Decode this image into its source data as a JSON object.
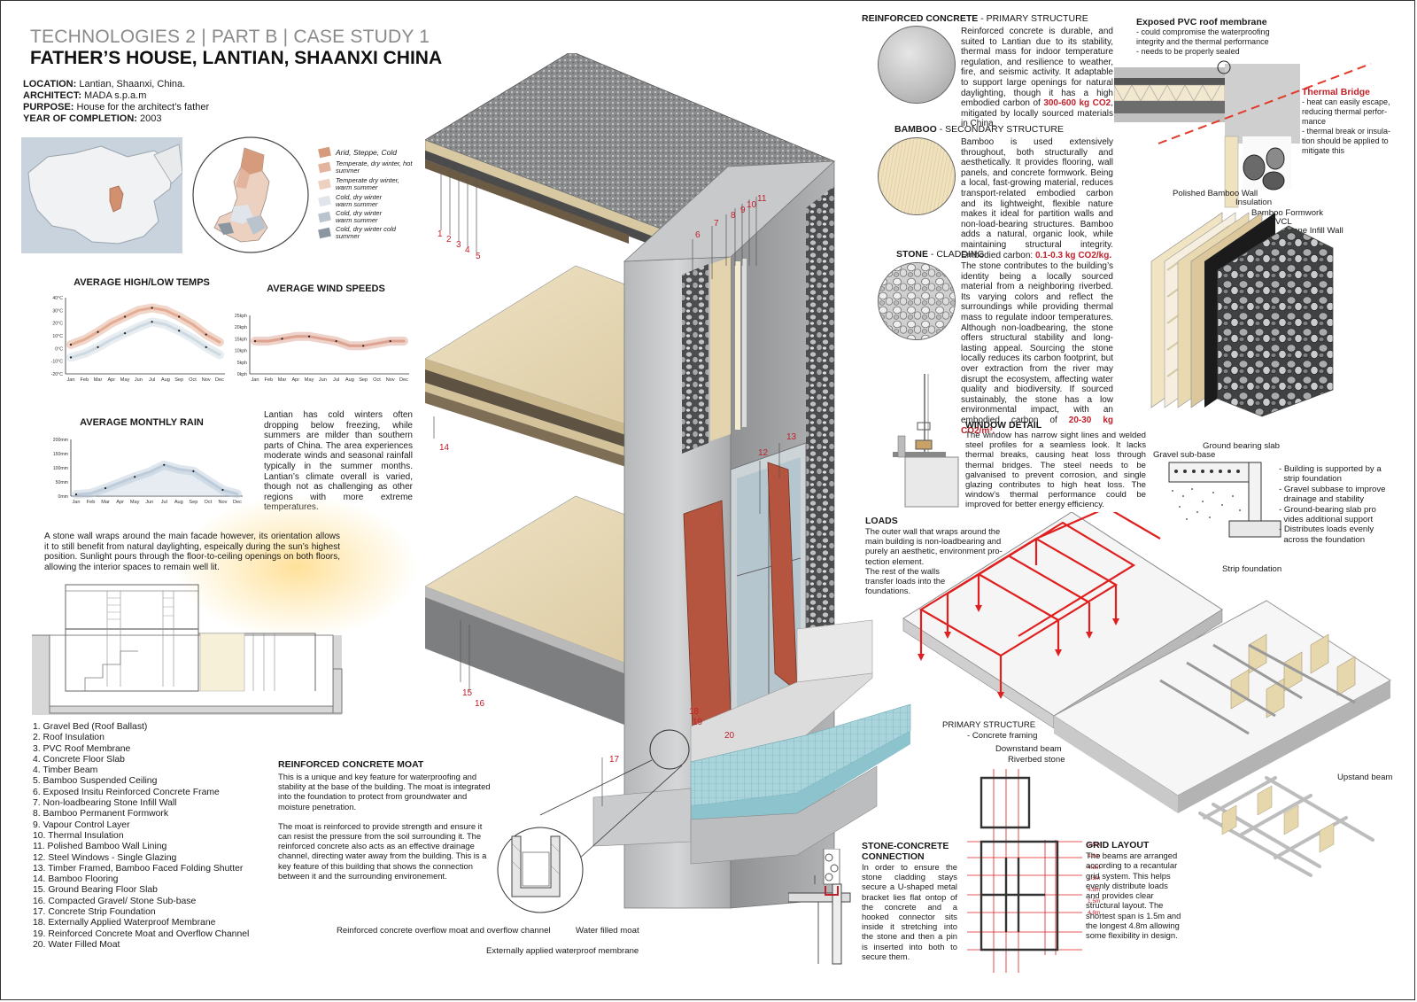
{
  "header": {
    "subtitle": "TECHNOLOGIES 2 | PART B | CASE STUDY 1",
    "title": "FATHER’S HOUSE, LANTIAN, SHAANXI CHINA"
  },
  "project_info": [
    {
      "label": "LOCATION:",
      "value": " Lantian, Shaanxi, China."
    },
    {
      "label": "ARCHITECT:",
      "value": " MADA s.p.a.m"
    },
    {
      "label": "PURPOSE:",
      "value": " House for the architect’s father"
    },
    {
      "label": "YEAR OF COMPLETION:",
      "value": " 2003"
    }
  ],
  "climate_legend": [
    {
      "label": "Arid, Steppe, Cold",
      "color": "#d69a7c"
    },
    {
      "label": "Temperate, dry winter, hot summer",
      "color": "#e3b49d"
    },
    {
      "label": "Temperate dry winter, warm summer",
      "color": "#ecd0c0"
    },
    {
      "label": "Cold, dry winter warm summer",
      "color": "#dfe5ea"
    },
    {
      "label": "Cold, dry winter warm summer",
      "color": "#b9c4cf"
    },
    {
      "label": "Cold, dry winter cold summer",
      "color": "#8c96a0"
    }
  ],
  "charts": {
    "temps_title": "AVERAGE HIGH/LOW TEMPS",
    "wind_title": "AVERAGE WIND SPEEDS",
    "rain_title": "AVERAGE MONTHLY RAIN"
  },
  "chart_data": [
    {
      "type": "line",
      "title": "AVERAGE HIGH/LOW TEMPS",
      "categories": [
        "Jan",
        "Feb",
        "Mar",
        "Apr",
        "May",
        "Jun",
        "Jul",
        "Aug",
        "Sep",
        "Oct",
        "Nov",
        "Dec"
      ],
      "series": [
        {
          "values": [
            3,
            7,
            13,
            20,
            25,
            30,
            32,
            30,
            25,
            19,
            11,
            5
          ],
          "color": "#e0a58a"
        },
        {
          "values": [
            -7,
            -4,
            1,
            7,
            12,
            17,
            21,
            19,
            14,
            8,
            1,
            -5
          ],
          "color": "#c9d6df"
        }
      ],
      "y_ticks": [
        "40°C",
        "30°C",
        "20°C",
        "10°C",
        "0°C",
        "-10°C",
        "-20°C"
      ],
      "ylim": [
        -20,
        40
      ]
    },
    {
      "type": "line",
      "title": "AVERAGE WIND SPEEDS",
      "categories": [
        "Jan",
        "Feb",
        "Mar",
        "Apr",
        "May",
        "Jun",
        "Jul",
        "Aug",
        "Sep",
        "Oct",
        "Nov",
        "Dec"
      ],
      "series": [
        {
          "values": [
            14,
            14,
            15,
            16,
            16,
            15,
            14,
            12,
            12,
            13,
            14,
            14
          ],
          "color": "#d99a86"
        }
      ],
      "y_ticks": [
        "25kph",
        "20kph",
        "15kph",
        "10kph",
        "5kph",
        "0kph"
      ],
      "ylim": [
        0,
        25
      ]
    },
    {
      "type": "area",
      "title": "AVERAGE MONTHLY RAIN",
      "categories": [
        "Jan",
        "Feb",
        "Mar",
        "Apr",
        "May",
        "Jun",
        "Jul",
        "Aug",
        "Sep",
        "Oct",
        "Nov",
        "Dec"
      ],
      "series": [
        {
          "values": [
            6,
            10,
            28,
            48,
            68,
            85,
            110,
            95,
            88,
            55,
            22,
            8
          ],
          "color": "#b8c8d8"
        }
      ],
      "y_ticks": [
        "200mm",
        "150mm",
        "100mm",
        "50mm",
        "0mm"
      ],
      "ylim": [
        0,
        200
      ]
    }
  ],
  "climate_text": "Lantian has cold winters often dropping below freezing, while summers are milder than southern parts of China. The area experiences moderate winds and seasonal rainfall typically in the summer months. Lantian’s climate overall is varied, though not as challenging as other regions with more extreme temperatures.",
  "daylight_text": "A stone wall wraps around the main facade however, its orientation allows it to still benefit from natural daylighting, espeically during the sun’s highest position. Sunlight pours through the floor-to-ceiling openings on both floors, allowing the interior spaces to remain well lit.",
  "components": [
    "1. Gravel Bed (Roof Ballast)",
    "2. Roof Insulation",
    "3. PVC Roof Membrane",
    "4. Concrete Floor Slab",
    "4. Timber Beam",
    "5. Bamboo Suspended Ceiling",
    "6. Exposed Insitu Reinforced Concrete Frame",
    "7. Non-loadbearing Stone Infill Wall",
    "8. Bamboo Permanent Formwork",
    "9. Vapour Control Layer",
    "10. Thermal Insulation",
    "11. Polished Bamboo Wall Lining",
    "12. Steel Windows - Single Glazing",
    "13. Timber Framed, Bamboo Faced Folding Shutter",
    "14. Bamboo Flooring",
    "15. Ground Bearing Floor Slab",
    "16. Compacted Gravel/ Stone Sub-base",
    "17. Concrete Strip Foundation",
    "18. Externally Applied Waterproof Membrane",
    "19. Reinforced Concrete Moat and Overflow Channel",
    "20. Water Filled Moat"
  ],
  "moat": {
    "heading": "REINFORCED CONCRETE MOAT",
    "p1": "This is a unique and key feature for waterproofing and stability at the base of the building. The moat is integrated into the foundation to protect from groundwater and moisture penetration.",
    "p2": "The moat is reinforced to provide strength and ensure it can resist the pressure from the soil surrounding it. The reinforced concrete also acts as an effective drainage channel, directing water away from the building. This is a key feature of this building that shows the connection between it and the surrounding environement.",
    "label_overflow": "Reinforced concrete overflow moat and overflow channel",
    "label_water": "Water filled moat",
    "label_membrane": "Externally applied waterproof membrane"
  },
  "diagram_numbers": [
    "1",
    "2",
    "3",
    "4",
    "5",
    "6",
    "7",
    "8",
    "9",
    "10",
    "11",
    "12",
    "13",
    "14",
    "15",
    "16",
    "17",
    "18",
    "19",
    "20"
  ],
  "materials": {
    "concrete": {
      "heading": "REINFORCED CONCRETE",
      "sub": " - PRIMARY STRUCTURE",
      "text": "Reinforced concrete is durable, and suited to Lantian due to its stability, thermal mass for indoor temperature regulation, and resilience to weather, fire, and seismic activity. It adaptable to support large openings for natural daylighting, though it has a high embodied carbon of",
      "carbon": "300-600 kg CO2",
      "text2": ", mitigated by locally sourced materials in China."
    },
    "bamboo": {
      "heading": "BAMBOO",
      "sub": " - SECONDARY STRUCTURE",
      "text": "Bamboo is used extensively throughout, both structurally and aesthetically. It provides flooring, wall panels, and concrete formwork. Being a local, fast-growing material, reduces transport-related embodied carbon and its lightweight, flexible nature makes it ideal for partition walls and non-load-bearing structures. Bamboo adds a natural, organic look, while maintaining structural integrity. Embodied carbon:",
      "carbon": "0.1-0.3 kg CO2/kg."
    },
    "stone": {
      "heading": "STONE",
      "sub": " - CLADDING",
      "text": "The stone contributes to the building’s identity being a locally sourced material from a neighboring riverbed. Its varying colors and reflect the surroundings while providing thermal mass to regulate indoor temperatures. Although non-loadbearing, the stone offers structural stability and long-lasting appeal. Sourcing the stone locally reduces its carbon footprint, but over extraction from the river may disrupt the ecosystem, affecting water quality and biodiversity. If sourced sustainably, the stone has a low environmental impact, with an embodied carbon of",
      "carbon": "20-30 kg CO2/m³."
    }
  },
  "pvc": {
    "heading": "Exposed PVC roof membrane",
    "lines": [
      " - could compromise the waterproofing",
      "integrity and the thermal performance",
      " - needs to be properly sealed"
    ]
  },
  "thermal_bridge": {
    "heading": "Thermal Bridge",
    "lines": [
      "- heat can easily escape,",
      "reducing thermal perfor-",
      "mance",
      "- thermal break or insula-",
      "tion should be applied to",
      "mitigate this"
    ]
  },
  "wall_layers": {
    "polished": "Polished Bamboo Wall",
    "insulation": "Insulation",
    "formwork": "Bamboo Formwork",
    "vcl": "VCL",
    "stone": "Stone Infill Wall"
  },
  "window": {
    "heading": "WINDOW DETAIL",
    "text": "The window has narrow sight lines and welded steel profiles for a seamless look. It lacks thermal breaks, causing heat loss through thermal bridges. The steel needs to be galvanised to prevent corrosion, and single glazing contributes to high heat loss. The window’s thermal performance could be improved for better energy efficiency."
  },
  "foundation": {
    "gravel": "Gravel sub-base",
    "slab": "Ground bearing slab",
    "strip": "Strip foundation",
    "notes": [
      "- Building is supported by a",
      "  strip foundation",
      "- Gravel subbase to improve",
      "  drainage and stability",
      "- Ground-bearing slab pro",
      "  vides additional support",
      "- Distributes loads evenly",
      "  across the foundation"
    ]
  },
  "loads": {
    "heading": "LOADS",
    "lines": [
      "The outer wall that wraps around the",
      "main building is non-loadbearing and",
      "purely an aesthetic, environment pro-",
      "tection element.",
      "The rest of the walls",
      "transfer loads into the",
      "foundations."
    ]
  },
  "structure_labels": {
    "primary": "PRIMARY STRUCTURE",
    "framing": "- Concrete framing",
    "downstand": "Downstand beam",
    "riverbed": "Riverbed stone",
    "upstand": "Upstand  beam"
  },
  "connection": {
    "heading1": "STONE-CONCRETE",
    "heading2": "CONNECTION",
    "text": "In order to ensure the stone cladding stays secure a U-shaped metal bracket lies flat ontop of the concrete and a hooked connector sits inside it stretching into the stone and then a pin is inserted into both to secure them."
  },
  "grid": {
    "heading": "GRID LAYOUT",
    "text": "The beams are arranged according to a recantular grid system. This helps evenly distribute loads and provides clear structural layout. The shortest span is 1.5m and the longest 4.8m allowing some flexibility in design.",
    "dims": [
      "1.5m",
      "4.8m",
      "4.8m",
      "1.5m",
      "4.8m",
      "1.5m",
      "4.8m"
    ]
  }
}
